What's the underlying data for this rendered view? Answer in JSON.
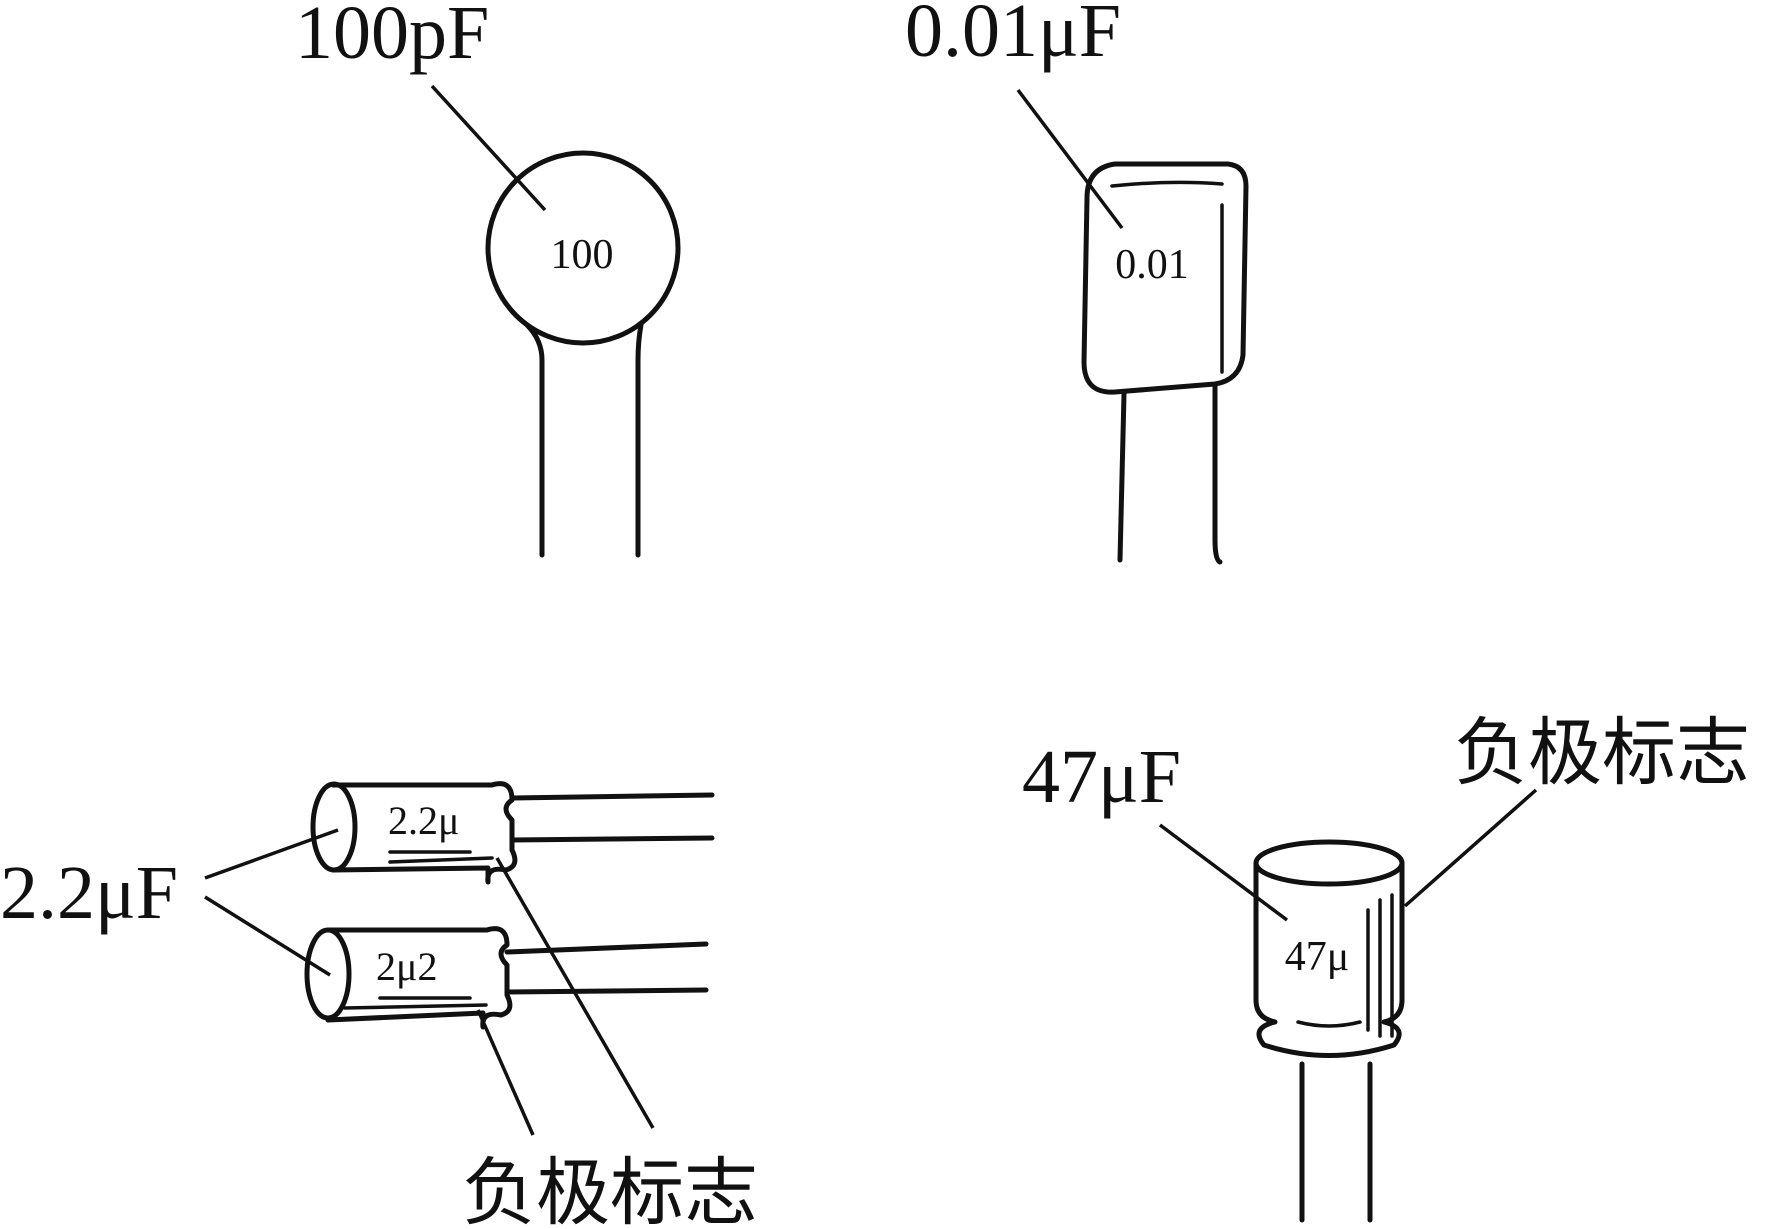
{
  "components": {
    "ceramic": {
      "label": "100pF",
      "marking": "100"
    },
    "film": {
      "label": "0.01μF",
      "marking": "0.01"
    },
    "axial": {
      "label": "2.2μF",
      "marking_top": "2.2μ",
      "marking_bottom": "2μ2",
      "negative_mark": "负极标志"
    },
    "radial": {
      "label": "47μF",
      "marking": "47μ",
      "negative_mark": "负极标志"
    }
  }
}
